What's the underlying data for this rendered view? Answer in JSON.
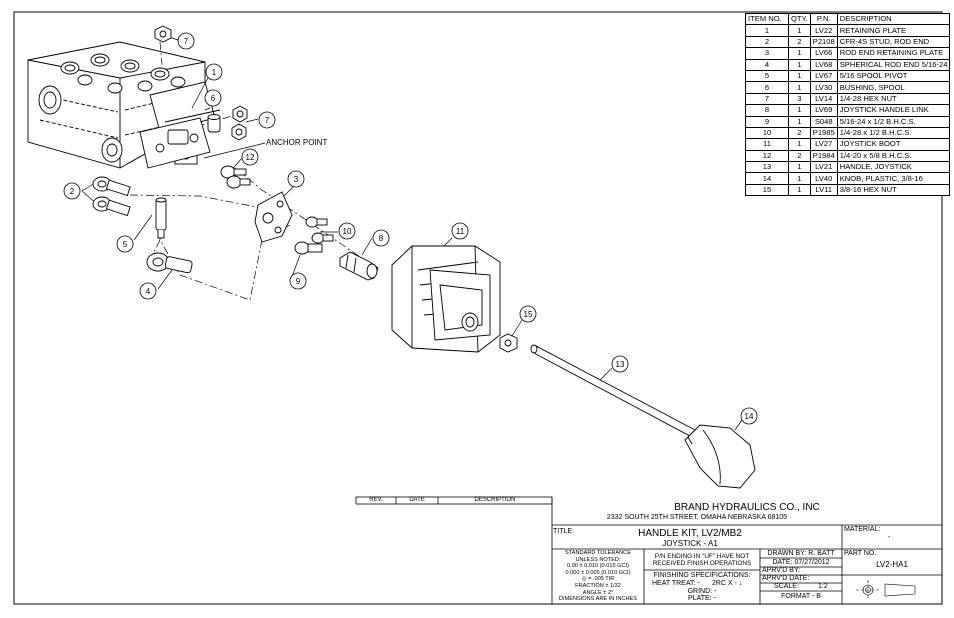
{
  "bom": {
    "headers": [
      "ITEM NO.",
      "QTY.",
      "P.N.",
      "DESCRIPTION"
    ],
    "rows": [
      [
        "1",
        "1",
        "LV22",
        "RETAINING PLATE"
      ],
      [
        "2",
        "2",
        "P2108",
        "CFR-4S STUD, ROD END"
      ],
      [
        "3",
        "1",
        "LV66",
        "ROD END RETAINING PLATE"
      ],
      [
        "4",
        "1",
        "LV68",
        "SPHERICAL ROD END 5/16-24"
      ],
      [
        "5",
        "1",
        "LV67",
        "5/16 SPOOL PIVOT"
      ],
      [
        "6",
        "1",
        "LV30",
        "BUSHING, SPOOL"
      ],
      [
        "7",
        "3",
        "LV14",
        "1/4-28 HEX NUT"
      ],
      [
        "8",
        "1",
        "LV69",
        "JOYSTICK HANDLE LINK"
      ],
      [
        "9",
        "1",
        "S048",
        "5/16-24 x 1/2 B.H.C.S."
      ],
      [
        "10",
        "2",
        "P1985",
        "1/4-28 x 1/2 B.H.C.S."
      ],
      [
        "11",
        "1",
        "LV27",
        "JOYSTICK BOOT"
      ],
      [
        "12",
        "2",
        "P1984",
        "1/4-20 x 5/8 B.H.C.S."
      ],
      [
        "13",
        "1",
        "LV21",
        "HANDLE, JOYSTICK"
      ],
      [
        "14",
        "1",
        "LV40",
        "KNOB, PLASTIC, 3/8-16"
      ],
      [
        "15",
        "1",
        "LV11",
        "3/8-16 HEX NUT"
      ]
    ]
  },
  "balloons": [
    "1",
    "2",
    "3",
    "4",
    "5",
    "6",
    "7",
    "7",
    "8",
    "9",
    "10",
    "11",
    "12",
    "13",
    "14",
    "15"
  ],
  "anchor_label": "ANCHOR POINT",
  "revision": {
    "rev": "REV.",
    "date": "DATE",
    "description": "DESCRIPTION"
  },
  "title_block": {
    "company": "BRAND HYDRAULICS CO., INC",
    "address": "2332 SOUTH 25TH STREET, OMAHA NEBRASKA 68105",
    "title_label": "TITLE:",
    "title_line1": "HANDLE KIT, LV2/MB2",
    "title_line2": "JOYSTICK - A1",
    "material_label": "MATERIAL:",
    "material_value": "-",
    "tolerance": [
      "STANDARD TOLERANCE",
      "UNLESS NOTED:",
      "0.00 ± 0.010 (0.015 GCI)",
      "0.000 ± 0.005 (0.010 GCI)",
      "◎ = .005 TIR",
      "FRACTION ± 1/32",
      "ANGLE ± 2°",
      "DIMENSIONS ARE IN INCHES"
    ],
    "pn_note": [
      "P/N ENDING IN \"UF\" HAVE NOT",
      "RECEIVED FINISH OPERATIONS"
    ],
    "finishing": "FINISHING SPECIFICATIONS:",
    "heat_treat": "HEAT TREAT: -",
    "grind": "GRIND: -",
    "plate": "PLATE: -",
    "surface": "2RC X - ↓",
    "drawn_by": "DRAWN BY: R. BATT",
    "date": "DATE: 07/27/2012",
    "aprvd_by": "APRV'D BY:",
    "aprvd_date": "APRV'D DATE:",
    "scale_label": "SCALE:",
    "scale_value": "1:2",
    "format": "FORMAT - B",
    "part_no_label": "PART NO.",
    "part_no_value": "LV2-HA1"
  }
}
